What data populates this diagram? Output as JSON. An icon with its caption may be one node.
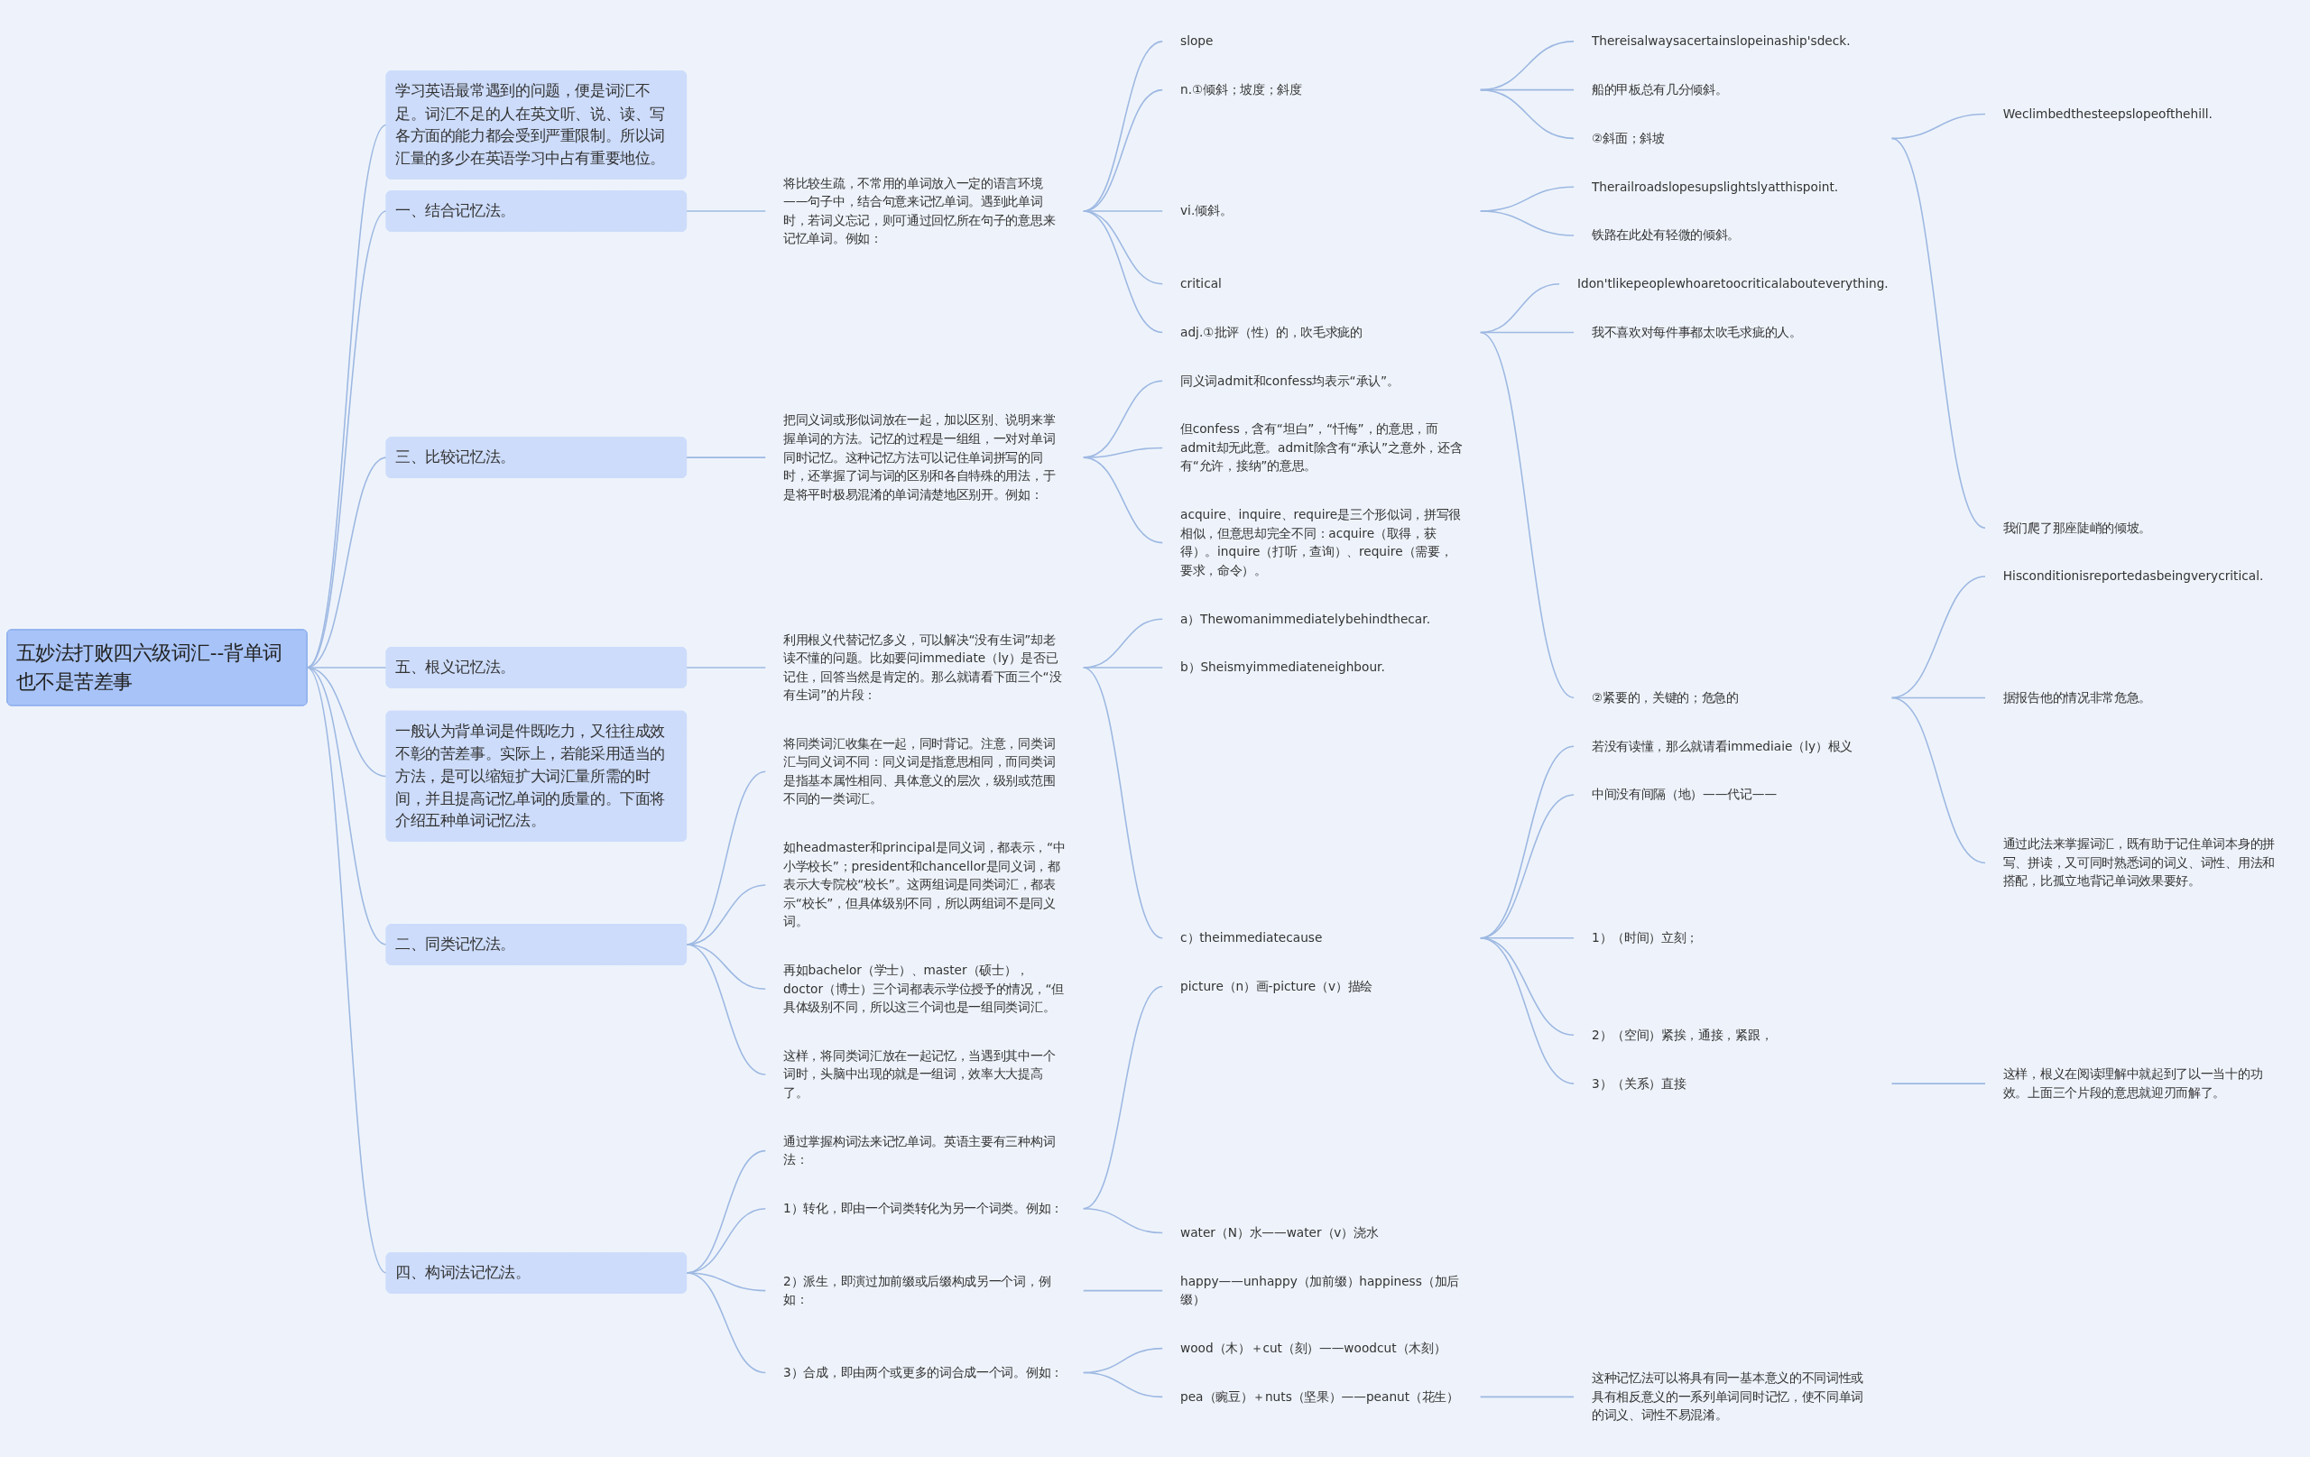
{
  "diagram": {
    "nodes": [
      {
        "text": [
          "五妙法打败四六级词汇--背单词也不是苦差事"
        ]
      },
      {
        "text": [
          "学习英语最常遇到的问题，便是词汇不足。词汇不足的人在英文听、说、读、写各方面的能力都会受到严重限制。所以词汇量的多少在英语学习中占有重要地位。"
        ]
      },
      {
        "text": [
          "一、结合记忆法。"
        ]
      },
      {
        "text": [
          "将比较生疏，不常用的单词放入一定的语言环境——句子中，结合句意来记忆单词。遇到此单词时，若词义忘记，则可通过回忆所在句子的意思来记忆单词。例如："
        ]
      },
      {
        "text": [
          "slope"
        ]
      },
      {
        "text": [
          "n.①倾斜；坡度；斜度"
        ]
      },
      {
        "text": [
          "Thereisalwaysacertainslopeinaship'sdeck."
        ]
      },
      {
        "text": [
          "船的甲板总有几分倾斜。"
        ]
      },
      {
        "text": [
          "②斜面；斜坡"
        ]
      },
      {
        "text": [
          "Weclimbedthesteepslopeofthehill."
        ]
      },
      {
        "text": [
          "我们爬了那座陡峭的倾坡。"
        ]
      },
      {
        "text": [
          "vi.倾斜。"
        ]
      },
      {
        "text": [
          "Therailroadslopesupslightslyatthispoint."
        ]
      },
      {
        "text": [
          "铁路在此处有轻微的倾斜。"
        ]
      },
      {
        "text": [
          "critical"
        ]
      },
      {
        "text": [
          "adj.①批评（性）的，吹毛求疵的"
        ]
      },
      {
        "text": [
          "Idon'tlikepeoplewhoaretoocriticalabouteverything."
        ]
      },
      {
        "text": [
          "我不喜欢对每件事都太吹毛求疵的人。"
        ]
      },
      {
        "text": [
          "②紧要的，关键的；危急的"
        ]
      },
      {
        "text": [
          "Hisconditionisreportedasbeingverycritical."
        ]
      },
      {
        "text": [
          "据报告他的情况非常危急。"
        ]
      },
      {
        "text": [
          "通过此法来掌握词汇，既有助于记住单词本身的拼写、拼读，又可同时熟悉词的词义、词性、用法和搭配，比孤立地背记单词效果要好。"
        ]
      },
      {
        "text": [
          "三、比较记忆法。"
        ]
      },
      {
        "text": [
          "把同义词或形似词放在一起，加以区别、说明来掌握单词的方法。记忆的过程是一组组，一对对单词同时记忆。这种记忆方法可以记住单词拼写的同时，还掌握了词与词的区别和各自特殊的用法，于是将平时极易混淆的单词清楚地区别开。例如："
        ]
      },
      {
        "text": [
          "同义词admit和confess均表示“承认”。"
        ]
      },
      {
        "text": [
          "但confess，含有“坦白”，“忏悔”，的意思，而admit却无此意。admit除含有“承认”之意外，还含有“允许，接纳”的意思。"
        ]
      },
      {
        "text": [
          "acquire、inquire、require是三个形似词，拼写很相似，但意思却完全不同：acquire（取得，获得）。inquire（打听，查询）、require（需要，要求，命令）。"
        ]
      },
      {
        "text": [
          "五、根义记忆法。"
        ]
      },
      {
        "text": [
          "利用根义代替记忆多义，可以解决“没有生词”却老读不懂的问题。比如要问immediate（ly）是否已记住，回答当然是肯定的。那么就请看下面三个“没有生词”的片段："
        ]
      },
      {
        "text": [
          "a）Thewomanimmediatelybehindthecar."
        ]
      },
      {
        "text": [
          "b）Sheismyimmediateneighbour."
        ]
      },
      {
        "text": [
          "c）theimmediatecause"
        ]
      },
      {
        "text": [
          "若没有读懂，那么就请看immediaie（ly）根义"
        ]
      },
      {
        "text": [
          "中间没有间隔（地）——代记——"
        ]
      },
      {
        "text": [
          "1）（时间）立刻；"
        ]
      },
      {
        "text": [
          "2）（空间）紧挨，通接，紧跟，"
        ]
      },
      {
        "text": [
          "3）（关系）直接"
        ]
      },
      {
        "text": [
          "这样，根义在阅读理解中就起到了以一当十的功效。上面三个片段的意思就迎刃而解了。"
        ]
      },
      {
        "text": [
          "一般认为背单词是件既吃力，又往往成效不彰的苦差事。实际上，若能采用适当的方法，是可以缩短扩大词汇量所需的时间，并且提高记忆单词的质量的。下面将介绍五种单词记忆法。"
        ]
      },
      {
        "text": [
          "二、同类记忆法。"
        ]
      },
      {
        "text": [
          "将同类词汇收集在一起，同时背记。注意，同类词汇与同义词不同：同义词是指意思相同，而同类词是指基本属性相同、具体意义的层次，级别或范围不同的一类词汇。"
        ]
      },
      {
        "text": [
          "如headmaster和principal是同义词，都表示，“中小学校长”；president和chancellor是同义词，都表示大专院校“校长”。这两组词是同类词汇，都表示“校长”，但具体级别不同，所以两组词不是同义词。"
        ]
      },
      {
        "text": [
          "再如bachelor（学士）、master（硕士），doctor（博士）三个词都表示学位授予的情况，“但具体级别不同，所以这三个词也是一组同类词汇。"
        ]
      },
      {
        "text": [
          "这样，将同类词汇放在一起记忆，当遇到其中一个词时，头脑中出现的就是一组词，效率大大提高了。"
        ]
      },
      {
        "text": [
          "四、构词法记忆法。"
        ]
      },
      {
        "text": [
          "通过掌握构词法来记忆单词。英语主要有三种构词法："
        ]
      },
      {
        "text": [
          "1）转化，即由一个词类转化为另一个词类。例如："
        ]
      },
      {
        "text": [
          "picture（n）画-picture（v）描绘"
        ]
      },
      {
        "text": [
          "water（N）水——water（v）浇水"
        ]
      },
      {
        "text": [
          "2）派生，即演过加前缀或后缀构成另一个词，例如："
        ]
      },
      {
        "text": [
          "happy——unhappy（加前缀）happiness（加后缀）"
        ]
      },
      {
        "text": [
          "3）合成，即由两个或更多的词合成一个词。例如："
        ]
      },
      {
        "text": [
          "wood（木）＋cut（刻）——woodcut（木刻）"
        ]
      },
      {
        "text": [
          "pea（豌豆）＋nuts（坚果）——peanut（花生）"
        ]
      },
      {
        "text": [
          "这种记忆法可以将具有同一基本意义的不同词性或具有相反意义的一系列单词同时记忆，使不同单词的词义、词性不易混淆。"
        ]
      }
    ],
    "edges": [
      {
        "from": 0,
        "to": 1,
        "arrow": "none"
      },
      {
        "from": 0,
        "to": 2,
        "arrow": "none"
      },
      {
        "from": 2,
        "to": 3,
        "arrow": "none"
      },
      {
        "from": 3,
        "to": 4,
        "arrow": "none"
      },
      {
        "from": 3,
        "to": 5,
        "arrow": "none"
      },
      {
        "from": 5,
        "to": 6,
        "arrow": "none"
      },
      {
        "from": 5,
        "to": 7,
        "arrow": "none"
      },
      {
        "from": 5,
        "to": 8,
        "arrow": "none"
      },
      {
        "from": 8,
        "to": 9,
        "arrow": "none"
      },
      {
        "from": 8,
        "to": 10,
        "arrow": "none"
      },
      {
        "from": 3,
        "to": 11,
        "arrow": "none"
      },
      {
        "from": 11,
        "to": 12,
        "arrow": "none"
      },
      {
        "from": 11,
        "to": 13,
        "arrow": "none"
      },
      {
        "from": 3,
        "to": 14,
        "arrow": "none"
      },
      {
        "from": 3,
        "to": 15,
        "arrow": "none"
      },
      {
        "from": 15,
        "to": 16,
        "arrow": "none"
      },
      {
        "from": 15,
        "to": 17,
        "arrow": "none"
      },
      {
        "from": 15,
        "to": 18,
        "arrow": "none"
      },
      {
        "from": 18,
        "to": 19,
        "arrow": "none"
      },
      {
        "from": 18,
        "to": 20,
        "arrow": "none"
      },
      {
        "from": 18,
        "to": 21,
        "arrow": "none"
      },
      {
        "from": 0,
        "to": 22,
        "arrow": "none"
      },
      {
        "from": 22,
        "to": 23,
        "arrow": "none"
      },
      {
        "from": 23,
        "to": 24,
        "arrow": "none"
      },
      {
        "from": 23,
        "to": 25,
        "arrow": "none"
      },
      {
        "from": 23,
        "to": 26,
        "arrow": "none"
      },
      {
        "from": 0,
        "to": 27,
        "arrow": "none"
      },
      {
        "from": 27,
        "to": 28,
        "arrow": "none"
      },
      {
        "from": 28,
        "to": 29,
        "arrow": "none"
      },
      {
        "from": 28,
        "to": 30,
        "arrow": "none"
      },
      {
        "from": 28,
        "to": 31,
        "arrow": "none"
      },
      {
        "from": 31,
        "to": 32,
        "arrow": "none"
      },
      {
        "from": 31,
        "to": 33,
        "arrow": "none"
      },
      {
        "from": 31,
        "to": 34,
        "arrow": "none"
      },
      {
        "from": 31,
        "to": 35,
        "arrow": "none"
      },
      {
        "from": 31,
        "to": 36,
        "arrow": "none"
      },
      {
        "from": 36,
        "to": 37,
        "arrow": "none"
      },
      {
        "from": 0,
        "to": 38,
        "arrow": "none"
      },
      {
        "from": 0,
        "to": 39,
        "arrow": "none"
      },
      {
        "from": 39,
        "to": 40,
        "arrow": "none"
      },
      {
        "from": 39,
        "to": 41,
        "arrow": "none"
      },
      {
        "from": 39,
        "to": 42,
        "arrow": "none"
      },
      {
        "from": 39,
        "to": 43,
        "arrow": "none"
      },
      {
        "from": 0,
        "to": 44,
        "arrow": "none"
      },
      {
        "from": 44,
        "to": 45,
        "arrow": "none"
      },
      {
        "from": 44,
        "to": 46,
        "arrow": "none"
      },
      {
        "from": 46,
        "to": 47,
        "arrow": "none"
      },
      {
        "from": 46,
        "to": 48,
        "arrow": "none"
      },
      {
        "from": 44,
        "to": 49,
        "arrow": "none"
      },
      {
        "from": 49,
        "to": 50,
        "arrow": "none"
      },
      {
        "from": 44,
        "to": 51,
        "arrow": "none"
      },
      {
        "from": 51,
        "to": 52,
        "arrow": "none"
      },
      {
        "from": 51,
        "to": 53,
        "arrow": "none"
      },
      {
        "from": 53,
        "to": 54,
        "arrow": "none"
      }
    ]
  }
}
